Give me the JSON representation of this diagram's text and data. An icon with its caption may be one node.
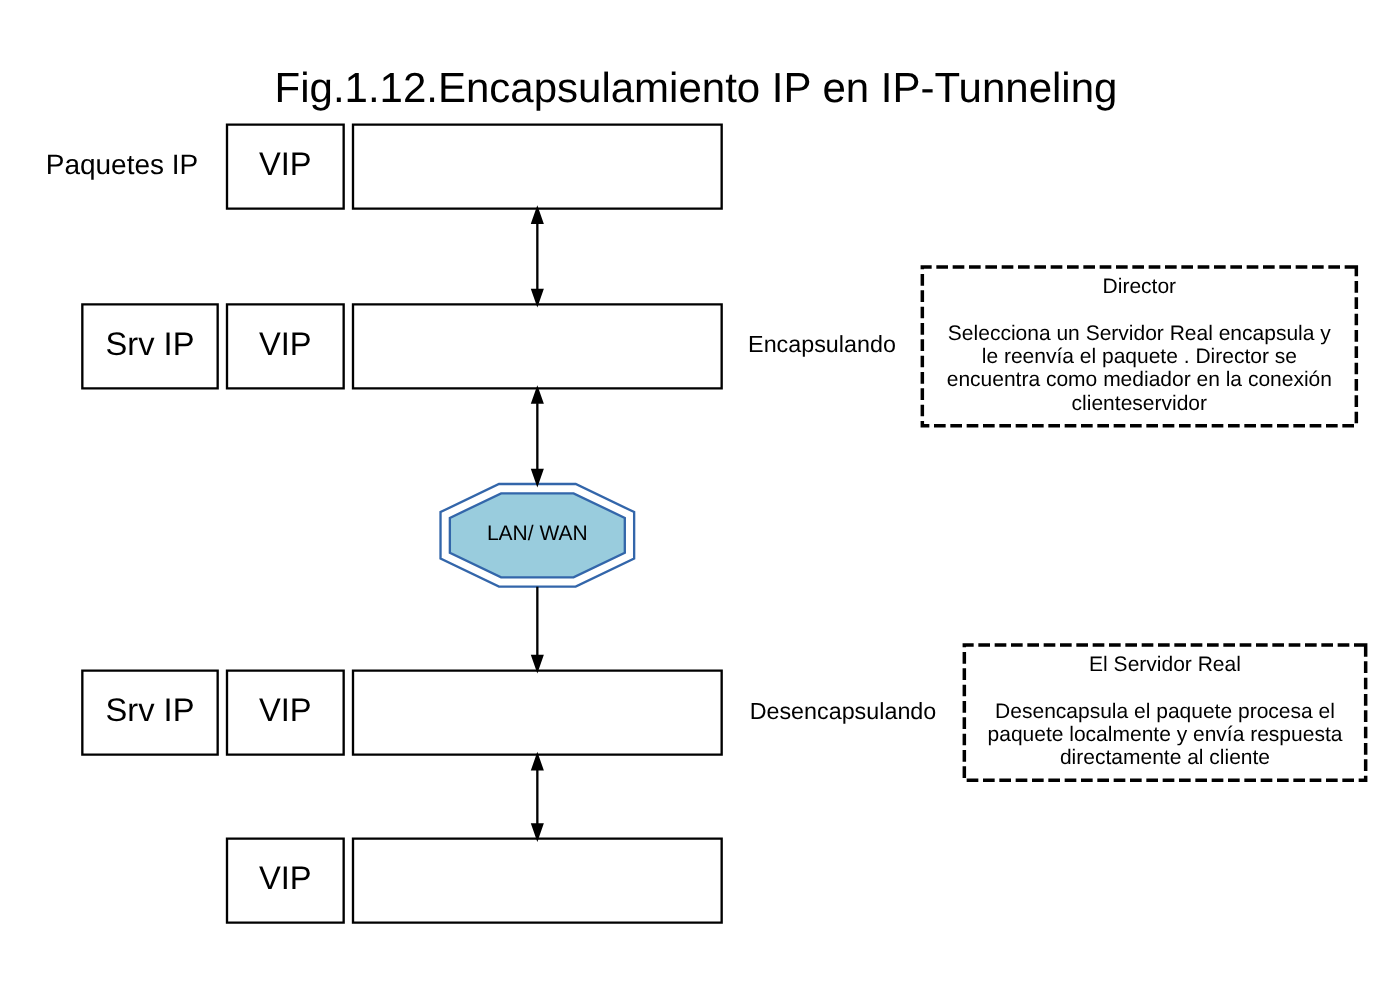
{
  "diagram": {
    "title": "Fig.1.12.Encapsulamiento IP en IP-Tunneling",
    "nodes": [
      {
        "text": [
          "VIP"
        ]
      },
      {
        "text": [],
        "shape": "box"
      },
      {
        "text": [
          "Srv IP"
        ]
      },
      {
        "text": [
          "VIP"
        ]
      },
      {
        "text": [],
        "shape": "box"
      },
      {
        "text": [
          "LAN/ WAN"
        ]
      },
      {
        "text": [
          "Srv IP"
        ]
      },
      {
        "text": [
          "VIP"
        ]
      },
      {
        "text": [],
        "shape": "box"
      },
      {
        "text": [
          "VIP"
        ]
      },
      {
        "text": [],
        "shape": "box"
      },
      {
        "text": [
          "Director",
          "Selecciona un Servidor Real encapsula y le reenvía el paquete . Director se encuentra como mediador en la conexión clienteservidor"
        ]
      },
      {
        "text": [
          "El Servidor Real",
          "Desencapsula el paquete procesa el paquete localmente y envía respuesta directamente al cliente"
        ]
      }
    ],
    "edges": [
      {
        "from": 1,
        "to": 4,
        "arrow": "both"
      },
      {
        "from": 4,
        "to": 5,
        "arrow": "both"
      },
      {
        "from": 5,
        "to": 8,
        "arrow": "to"
      },
      {
        "from": 8,
        "to": 10,
        "arrow": "both"
      }
    ],
    "labels": [
      "Paquetes IP",
      "Encapsulando",
      "Desencapsulando"
    ]
  }
}
